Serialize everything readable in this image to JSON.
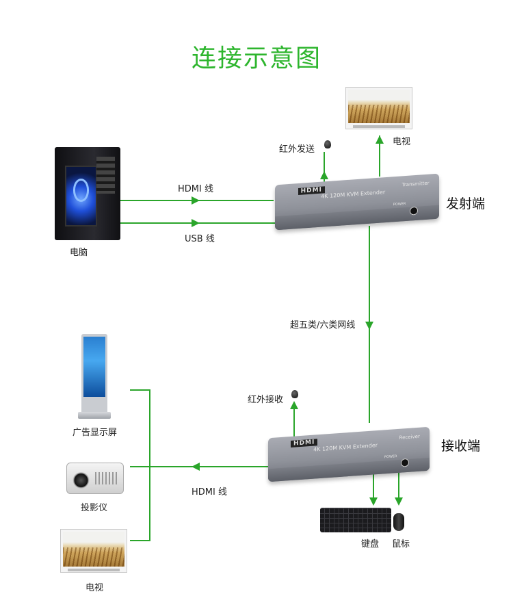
{
  "title": "连接示意图",
  "colors": {
    "title": "#2db52d",
    "wire": "#2aa52a",
    "text": "#222222"
  },
  "nodes": {
    "tv_top": {
      "label": "电视"
    },
    "ir_transmit": {
      "label": "红外发送"
    },
    "pc": {
      "label": "电脑"
    },
    "transmitter": {
      "label": "发射端",
      "logo": "HDMI",
      "model": "4K 120M KVM Extender",
      "role": "Transmitter",
      "power": "POWER"
    },
    "receiver": {
      "label": "接收端",
      "logo": "HDMI",
      "model": "4K 120M KVM Extender",
      "role": "Receiver",
      "power": "POWER"
    },
    "ir_receive": {
      "label": "红外接收"
    },
    "ad_display": {
      "label": "广告显示屏"
    },
    "projector": {
      "label": "投影仪"
    },
    "tv_bottom": {
      "label": "电视"
    },
    "keyboard": {
      "label": "键盘"
    },
    "mouse": {
      "label": "鼠标"
    }
  },
  "edges": {
    "hdmi_top": {
      "label": "HDMI 线"
    },
    "usb": {
      "label": "USB 线"
    },
    "network": {
      "label": "超五类/六类网线"
    },
    "hdmi_bottom": {
      "label": "HDMI 线"
    }
  }
}
